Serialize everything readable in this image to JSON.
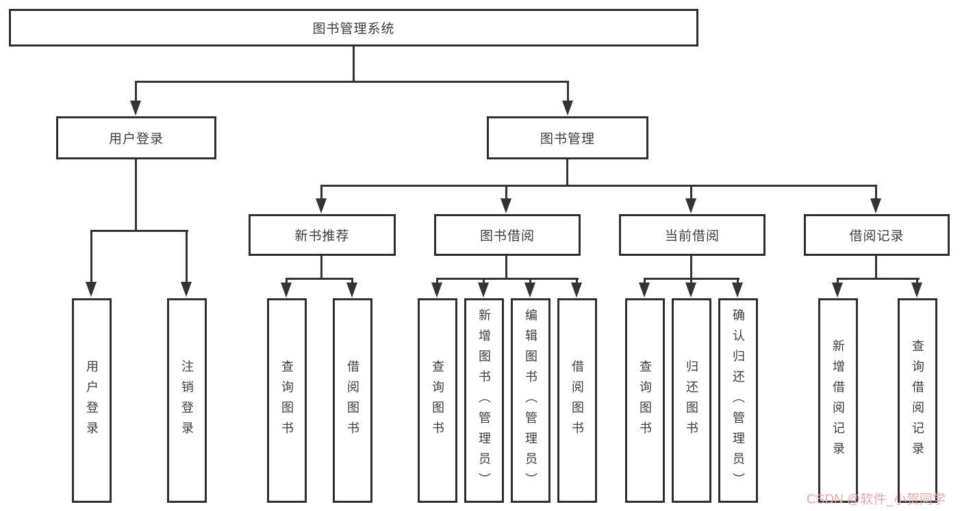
{
  "diagram": {
    "root": "图书管理系统",
    "branches": [
      {
        "label": "用户登录",
        "children": [
          "用户登录",
          "注销登录"
        ]
      },
      {
        "label": "图书管理",
        "children": [
          {
            "label": "新书推荐",
            "children": [
              "查询图书",
              "借阅图书"
            ]
          },
          {
            "label": "图书借阅",
            "children": [
              "查询图书",
              "新增图书（管理员）",
              "编辑图书（管理员）",
              "借阅图书"
            ]
          },
          {
            "label": "当前借阅",
            "children": [
              "查询图书",
              "归还图书",
              "确认归还（管理员）"
            ]
          },
          {
            "label": "借阅记录",
            "children": [
              "新增借阅记录",
              "查询借阅记录"
            ]
          }
        ]
      }
    ]
  },
  "watermark": "CSDN @软件_小贺同学",
  "colors": {
    "line": "#333333",
    "border": "#2e2e2e",
    "text": "#3d3d3d",
    "watermark": "#eda9a9",
    "background": "#ffffff"
  }
}
